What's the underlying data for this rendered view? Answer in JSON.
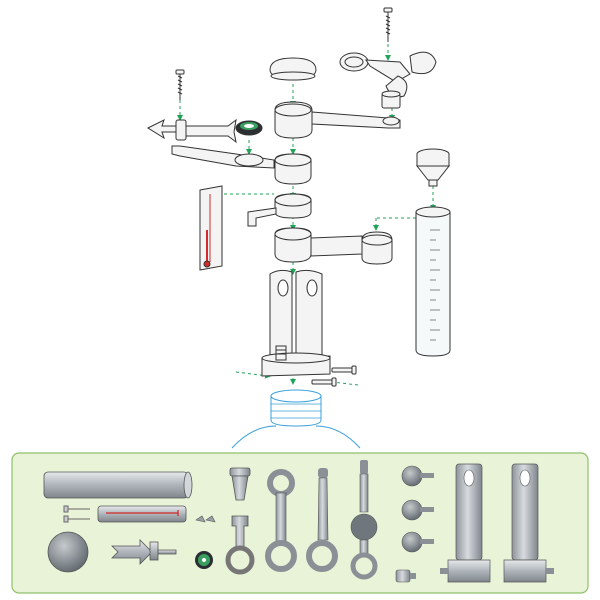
{
  "diagram": {
    "type": "exploded-assembly",
    "assembly_parts": [
      "screw",
      "vane-screw",
      "cap-dome",
      "anemometer-cups",
      "anemometer-hub",
      "wind-vane-arrow",
      "compass",
      "top-arm-ring",
      "vane-arm",
      "thermometer",
      "mid-collar",
      "clip-bracket",
      "rain-arm",
      "funnel",
      "rain-gauge-tube",
      "column-housing",
      "side-screws",
      "bottle-neck"
    ],
    "kit_parts": [
      "tube-long",
      "screws-pair",
      "thermometer-tube",
      "small-screws",
      "dome",
      "arrow-vane",
      "compass",
      "funnel-connector",
      "ring-arm-a",
      "ring-arm-b",
      "ring-arm-c",
      "vane-stick",
      "cup-1",
      "cup-2",
      "cup-3",
      "hub",
      "housing-left",
      "housing-right"
    ]
  },
  "colors": {
    "line": "#333333",
    "part_fill": "#f4f4f4",
    "metal": "#b9bec3",
    "metal_dark": "#8a9096",
    "green_arrow": "#22a35a",
    "panel_bg": "#e8f3d8",
    "panel_border": "#8fc06a",
    "bottle_blue": "#3aa0d8",
    "thermo_red": "#d32a2a"
  }
}
